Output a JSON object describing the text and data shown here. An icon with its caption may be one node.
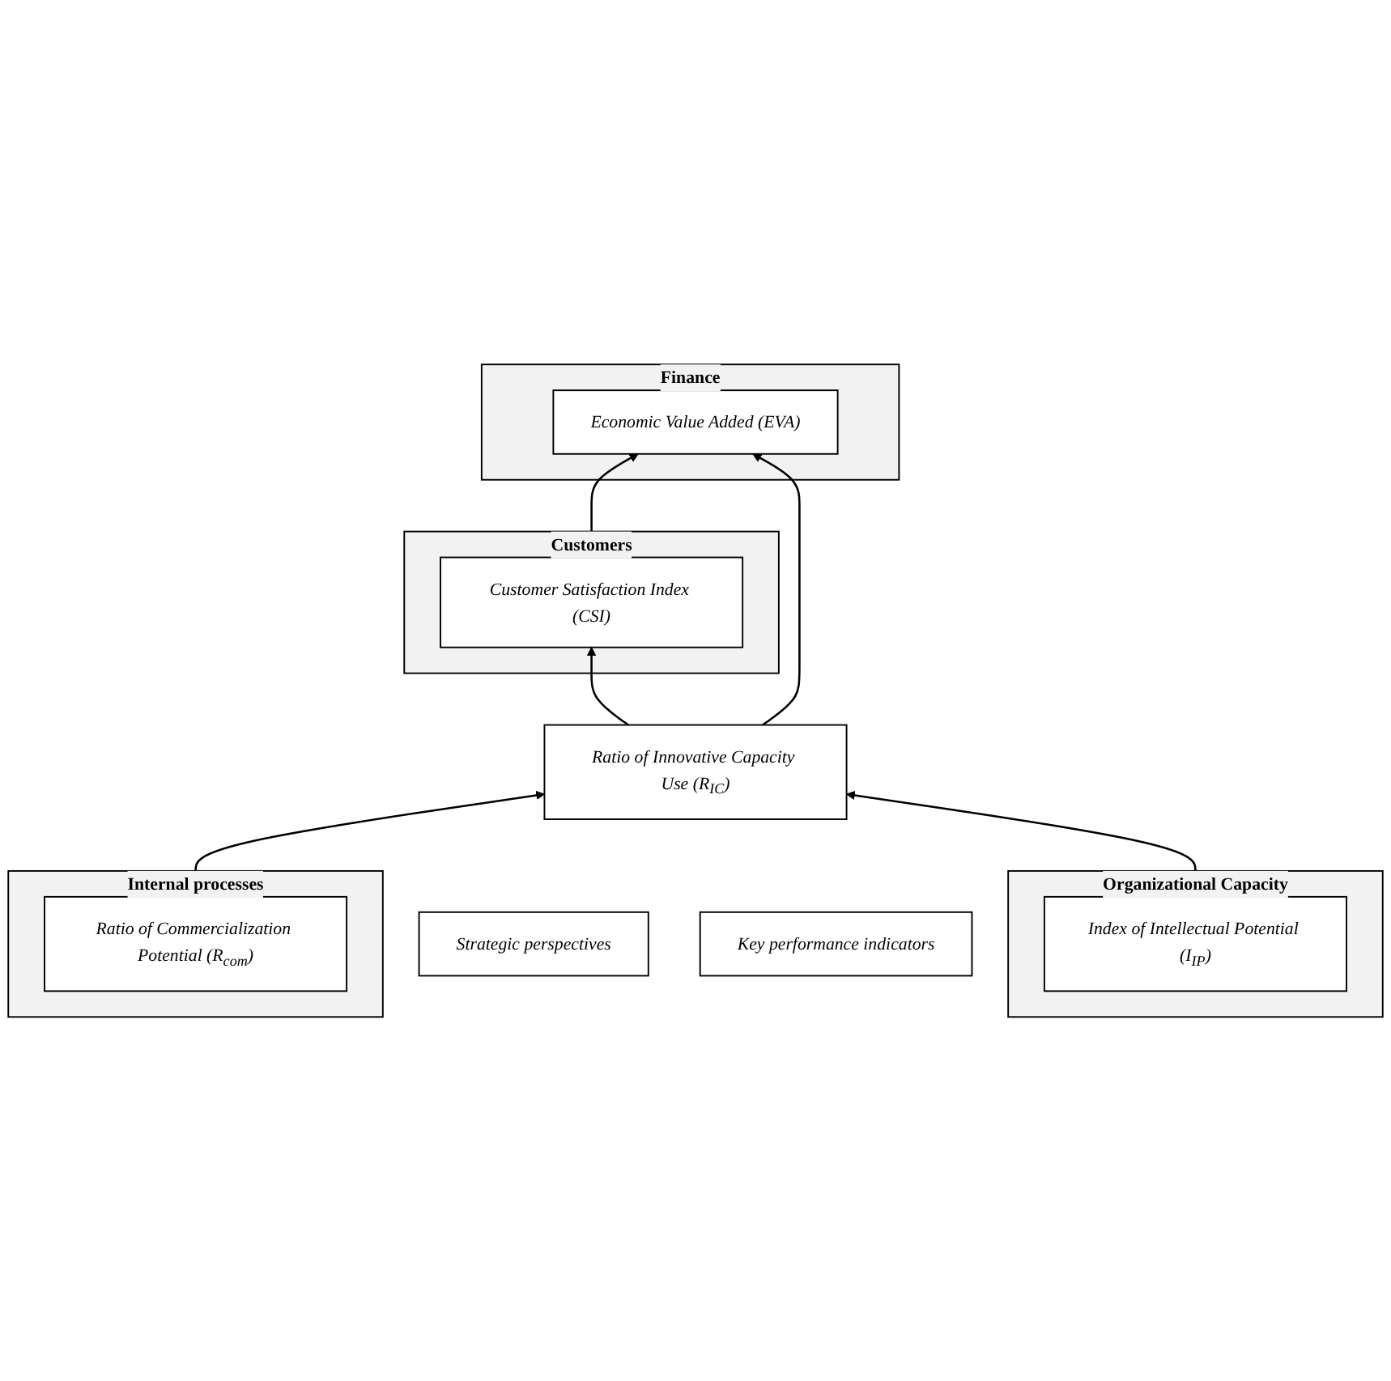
{
  "diagram": {
    "nodes": [
      {
        "text": [
          "Strategic perspectives"
        ]
      },
      {
        "text": [
          "Key performance indicators"
        ]
      },
      {
        "text": [
          "Finance"
        ]
      },
      {
        "text": [
          "Economic Value Added (EVA)"
        ],
        "in": 2
      },
      {
        "text": [
          "Customers"
        ]
      },
      {
        "text": [
          "Customer Satisfaction Index (CSI)"
        ],
        "in": 4
      },
      {
        "text": [
          "Internal processes"
        ]
      },
      {
        "text": [
          "Ratio of Commercialization Potential (R$_{com}$)"
        ],
        "in": 6
      },
      {
        "text": [
          "Ratio of Innovative Capacity Use (R$_{IC}$)"
        ]
      },
      {
        "text": [
          "Organizational Capacity"
        ]
      },
      {
        "text": [
          "Index of Intellectual Potential (I$_{IP}$)"
        ],
        "in": 9
      }
    ],
    "edges": [
      {
        "from": 5,
        "to": 3,
        "arrow": "to"
      },
      {
        "from": 8,
        "to": 5,
        "arrow": "to"
      },
      {
        "from": 8,
        "to": 3,
        "arrow": "to"
      },
      {
        "from": 7,
        "to": 8,
        "arrow": "to"
      },
      {
        "from": 10,
        "to": 8,
        "arrow": "to"
      }
    ]
  }
}
